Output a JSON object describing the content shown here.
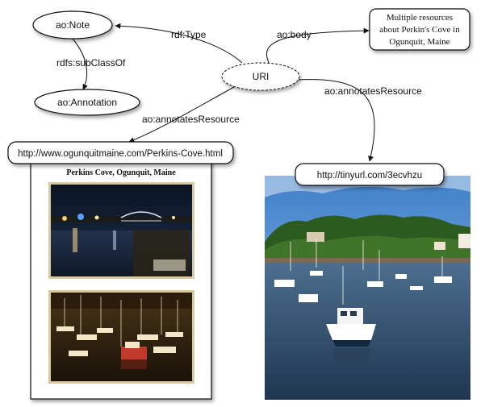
{
  "nodes": {
    "note": "ao:Note",
    "annotation": "ao:Annotation",
    "uri": "URI",
    "body_text": [
      "Multiple resources",
      "about Perkin's Cove in",
      "Ogunquit, Maine"
    ],
    "url_left": "http://www.ogunquitmaine.com/Perkins-Cove.html",
    "url_right": "http://tinyurl.com/3ecvhzu"
  },
  "edges": {
    "rdf_type": "rdf:Type",
    "subclass": "rdfs:subClassOf",
    "body": "ao:body",
    "annotates_left": "ao:annotatesResource",
    "annotates_right": "ao:annotatesResource"
  },
  "page": {
    "title": "Perkins Cove, Ogunquit, Maine"
  },
  "colors": {
    "node_fill": "#ffffff",
    "node_stroke": "#111111",
    "night_sky": "#0d1a2e",
    "harbor_water": "#1c3552",
    "boat_red": "#c0392b",
    "day_sky": "#6ea5dd",
    "trees": "#2d5a1f"
  }
}
